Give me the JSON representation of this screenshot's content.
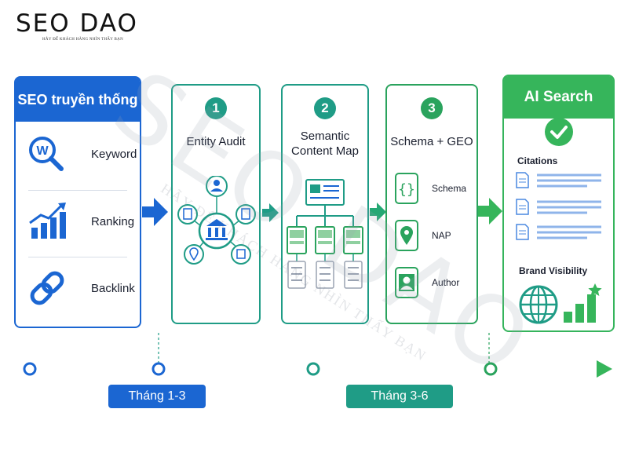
{
  "logo": {
    "title": "SEO DAO",
    "tagline": "HÃY ĐỂ KHÁCH HÀNG NHÌN THẤY BẠN"
  },
  "traditional": {
    "title": "SEO truyền thống",
    "items": [
      {
        "label": "Keyword",
        "icon": "keyword-search-icon"
      },
      {
        "label": "Ranking",
        "icon": "ranking-chart-icon"
      },
      {
        "label": "Backlink",
        "icon": "link-icon"
      }
    ]
  },
  "steps": [
    {
      "number": "1",
      "title": "Entity Audit"
    },
    {
      "number": "2",
      "title": "Semantic\nContent Map"
    },
    {
      "number": "3",
      "title": "Schema + GEO",
      "items": [
        {
          "label": "Schema",
          "icon": "code-braces-icon"
        },
        {
          "label": "NAP",
          "icon": "location-pin-icon"
        },
        {
          "label": "Author",
          "icon": "person-icon"
        }
      ]
    }
  ],
  "ai_search": {
    "title": "AI Search",
    "citations_label": "Citations",
    "brand_label": "Brand Visibility"
  },
  "timeline": {
    "phase1": "Tháng 1-3",
    "phase2": "Tháng 3-6"
  },
  "watermark": {
    "text": "SEO DAO",
    "tagline": "HÃY ĐỂ KHÁCH HÀNG NHÌN THẤY BẠN"
  },
  "colors": {
    "blue": "#1b66d2",
    "teal": "#1f9c86",
    "green": "#36b55b"
  }
}
